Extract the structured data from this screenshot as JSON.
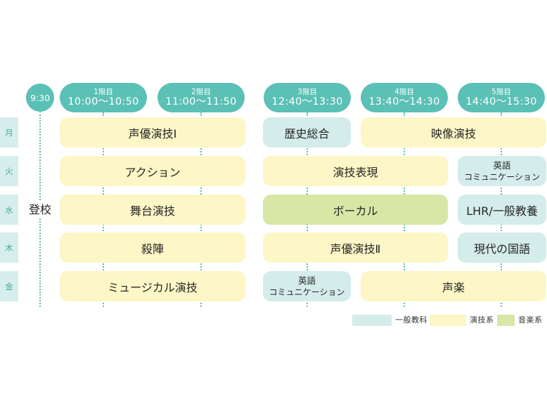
{
  "start": {
    "time": "9:30",
    "label": "登校"
  },
  "periods": [
    {
      "label": "1限目",
      "time": "10:00〜10:50"
    },
    {
      "label": "2限目",
      "time": "11:00〜11:50"
    },
    {
      "label": "3限目",
      "time": "12:40〜13:30"
    },
    {
      "label": "4限目",
      "time": "13:40〜14:30"
    },
    {
      "label": "5限目",
      "time": "14:40〜15:30"
    }
  ],
  "timetable": [
    {
      "day": "月",
      "classes": [
        {
          "lines": [
            "声優演技Ⅰ"
          ],
          "periods": [
            1,
            2
          ],
          "color": "#fdf6c6"
        },
        {
          "lines": [
            "歴史総合"
          ],
          "periods": [
            3,
            3
          ],
          "color": "#d4ecea"
        },
        {
          "lines": [
            "映像演技"
          ],
          "periods": [
            4,
            5
          ],
          "color": "#fdf6c6"
        }
      ]
    },
    {
      "day": "火",
      "classes": [
        {
          "lines": [
            "アクション"
          ],
          "periods": [
            1,
            2
          ],
          "color": "#fdf6c6"
        },
        {
          "lines": [
            "演技表現"
          ],
          "periods": [
            3,
            4
          ],
          "color": "#fdf6c6"
        },
        {
          "lines": [
            "英語",
            "コミュニケーション"
          ],
          "periods": [
            5,
            5
          ],
          "color": "#d4ecea"
        }
      ]
    },
    {
      "day": "水",
      "classes": [
        {
          "lines": [
            "舞台演技"
          ],
          "periods": [
            1,
            2
          ],
          "color": "#fdf6c6"
        },
        {
          "lines": [
            "ボーカル"
          ],
          "periods": [
            3,
            4
          ],
          "color": "#d8e7a6"
        },
        {
          "lines": [
            "LHR/一般教養"
          ],
          "periods": [
            5,
            5
          ],
          "color": "#d4ecea"
        }
      ]
    },
    {
      "day": "木",
      "classes": [
        {
          "lines": [
            "殺陣"
          ],
          "periods": [
            1,
            2
          ],
          "color": "#fdf6c6"
        },
        {
          "lines": [
            "声優演技Ⅱ"
          ],
          "periods": [
            3,
            4
          ],
          "color": "#fdf6c6"
        },
        {
          "lines": [
            "現代の国語"
          ],
          "periods": [
            5,
            5
          ],
          "color": "#d4ecea"
        }
      ]
    },
    {
      "day": "金",
      "classes": [
        {
          "lines": [
            "ミュージカル演技"
          ],
          "periods": [
            1,
            2
          ],
          "color": "#fdf6c6"
        },
        {
          "lines": [
            "英語",
            "コミュニケーション"
          ],
          "periods": [
            3,
            3
          ],
          "color": "#d4ecea"
        },
        {
          "lines": [
            "声楽"
          ],
          "periods": [
            4,
            5
          ],
          "color": "#fdf6c6"
        }
      ]
    }
  ],
  "legend": [
    {
      "label": "一般教科",
      "color": "#d4ecea"
    },
    {
      "label": "演技系",
      "color": "#fdf6c6"
    },
    {
      "label": "音楽系",
      "color": "#d8e7a6"
    }
  ],
  "colors": {
    "accent": "#5bc0b5",
    "day_bg": "#d6eeec",
    "day_text": "#3faaa1"
  }
}
